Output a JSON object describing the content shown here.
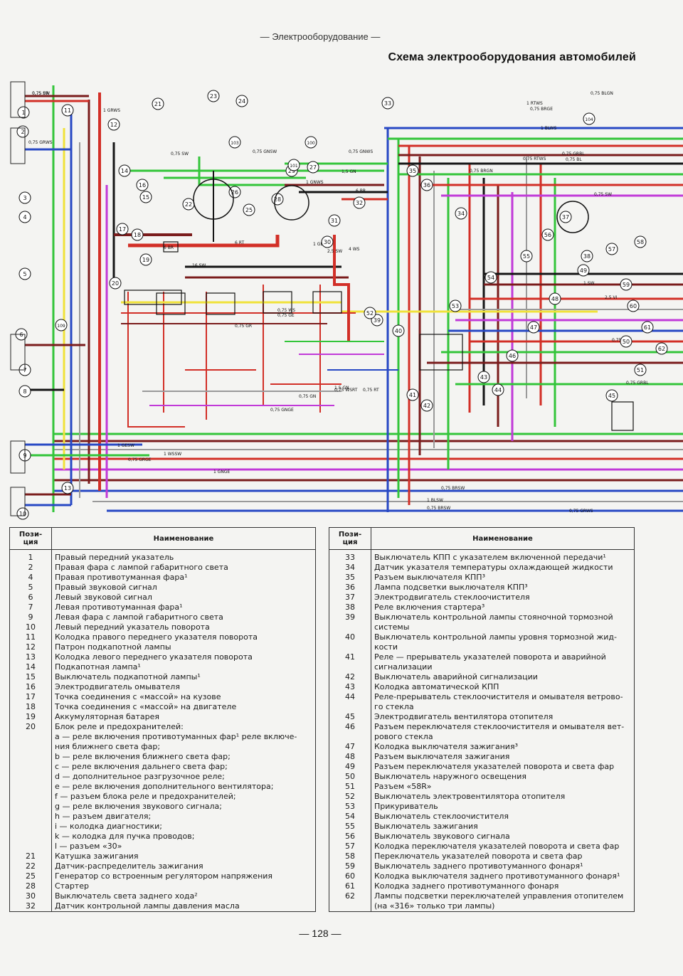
{
  "header": {
    "section": "— Электрооборудование —",
    "title": "Схема электрооборудования автомобилей"
  },
  "diagram": {
    "components": [
      "1",
      "2",
      "3",
      "4",
      "5",
      "6",
      "7",
      "8",
      "9",
      "10",
      "11",
      "12",
      "13",
      "14",
      "15",
      "16",
      "17",
      "18",
      "19",
      "20",
      "21",
      "22",
      "23",
      "24",
      "25",
      "26",
      "27",
      "28",
      "29",
      "30",
      "31",
      "32",
      "33",
      "34",
      "35",
      "36",
      "37",
      "38",
      "39",
      "40",
      "41",
      "42",
      "43",
      "44",
      "45",
      "46",
      "47",
      "48",
      "49",
      "50",
      "51",
      "52",
      "53",
      "54",
      "55",
      "56",
      "57",
      "58",
      "59",
      "60",
      "61",
      "62",
      "100",
      "101",
      "103",
      "104",
      "109"
    ],
    "wire_labels": [
      "0,75 BR",
      "0,75 GRWS",
      "1 GRWS",
      "0,75 SW",
      "0,75 GNSW",
      "0,75 GNWS",
      "1 GNWS",
      "1,5 GN",
      "0,75 BRGN",
      "6 BR",
      "6 RT",
      "16 SW",
      "2,5 SW",
      "0,75 WS",
      "0,75 GE",
      "0,75 GR",
      "1 GESW",
      "1 WSSW",
      "0,75 GRGE",
      "1 GNGE",
      "0,75 BRSW",
      "1 BLSW",
      "0,75 BRSW",
      "0,75 GRWS",
      "0,75 BL",
      "0,75 RTWS",
      "1 RTWS",
      "0,75 BRGE",
      "0,75 BLGN",
      "1 BLWS",
      "0,75 GRBL",
      "1 SW",
      "2,5 VI",
      "0,75 GE",
      "0,75 GRBL",
      "0,75 SW",
      "0,75 WSRT",
      "0,75 GNGE",
      "0,75 GN",
      "1,5 GN",
      "0,75 RT",
      "6 BR",
      "1 GE",
      "4 WS",
      "0,75 SW"
    ],
    "wire_colors": {
      "brown": "#7a1c1c",
      "red": "#d22f27",
      "green": "#33c53a",
      "blue": "#2748c4",
      "yellow": "#f0e23a",
      "violet": "#c13ad8",
      "black": "#151515",
      "grey": "#9a9a9a",
      "white": "#ffffff"
    }
  },
  "table_left": {
    "headers": [
      "Пози- ция",
      "Наименование"
    ],
    "rows": [
      [
        "1",
        "Правый передний указатель"
      ],
      [
        "2",
        "Правая фара с лампой габаритного света"
      ],
      [
        "4",
        "Правая противотуманная фара¹"
      ],
      [
        "5",
        "Правый звуковой сигнал"
      ],
      [
        "6",
        "Левый звуковой сигнал"
      ],
      [
        "7",
        "Левая противотуманная фара¹"
      ],
      [
        "9",
        "Левая фара с лампой габаритного света"
      ],
      [
        "10",
        "Левый передний указатель поворота"
      ],
      [
        "11",
        "Колодка правого переднего указателя поворота"
      ],
      [
        "12",
        "Патрон подкапотной лампы"
      ],
      [
        "13",
        "Колодка левого переднего указателя поворота"
      ],
      [
        "14",
        "Подкапотная лампа¹"
      ],
      [
        "15",
        "Выключатель подкапотной лампы¹"
      ],
      [
        "16",
        "Электродвигатель омывателя"
      ],
      [
        "17",
        "Точка соединения с «массой» на кузове"
      ],
      [
        "18",
        "Точка соединения с «массой» на двигателе"
      ],
      [
        "19",
        "Аккумуляторная батарея"
      ],
      [
        "20",
        "Блок реле и предохранителей:"
      ],
      [
        "",
        "a — реле включения противотуманных фар¹ реле включе-"
      ],
      [
        "",
        "ния ближнего света фар;"
      ],
      [
        "",
        "b — реле включения ближнего света фар;"
      ],
      [
        "",
        "c — реле включения дальнего света фар;"
      ],
      [
        "",
        "d — дополнительное разгрузочное реле;"
      ],
      [
        "",
        "e — реле включения дополнительного вентилятора;"
      ],
      [
        "",
        "f — разъем блока реле и предохранителей;"
      ],
      [
        "",
        "g — реле включения звукового сигнала;"
      ],
      [
        "",
        "h — разъем двигателя;"
      ],
      [
        "",
        "i — колодка диагностики;"
      ],
      [
        "",
        "k — колодка для пучка проводов;"
      ],
      [
        "",
        "l — разъем «30»"
      ],
      [
        "21",
        "Катушка зажигания"
      ],
      [
        "22",
        "Датчик-распределитель зажигания"
      ],
      [
        "25",
        "Генератор со встроенным регулятором напряжения"
      ],
      [
        "28",
        "Стартер"
      ],
      [
        "30",
        "Выключатель света заднего хода²"
      ],
      [
        "32",
        "Датчик контрольной лампы давления масла"
      ]
    ]
  },
  "table_right": {
    "headers": [
      "Пози- ция",
      "Наименование"
    ],
    "rows": [
      [
        "33",
        "Выключатель КПП с указателем включенной передачи¹"
      ],
      [
        "34",
        "Датчик указателя температуры охлаждающей жидкости"
      ],
      [
        "35",
        "Разъем выключателя КПП³"
      ],
      [
        "36",
        "Лампа подсветки выключателя КПП³"
      ],
      [
        "37",
        "Электродвигатель стеклоочистителя"
      ],
      [
        "38",
        "Реле включения стартера³"
      ],
      [
        "39",
        "Выключатель контрольной лампы стояночной тормозной"
      ],
      [
        "",
        "системы"
      ],
      [
        "40",
        "Выключатель контрольной лампы уровня тормозной жид-"
      ],
      [
        "",
        "кости"
      ],
      [
        "41",
        "Реле — прерыватель указателей поворота и аварийной"
      ],
      [
        "",
        "сигнализации"
      ],
      [
        "42",
        "Выключатель аварийной сигнализации"
      ],
      [
        "43",
        "Колодка автоматической КПП"
      ],
      [
        "44",
        "Реле-прерыватель стеклоочистителя и омывателя ветрово-"
      ],
      [
        "",
        "го стекла"
      ],
      [
        "45",
        "Электродвигатель вентилятора отопителя"
      ],
      [
        "46",
        "Разъем переключателя стеклоочистителя и омывателя вет-"
      ],
      [
        "",
        "рового стекла"
      ],
      [
        "47",
        "Колодка выключателя зажигания³"
      ],
      [
        "48",
        "Разъем выключателя зажигания"
      ],
      [
        "49",
        "Разъем переключателя указателей поворота и света фар"
      ],
      [
        "50",
        "Выключатель наружного освещения"
      ],
      [
        "51",
        "Разъем «58R»"
      ],
      [
        "52",
        "Выключатель электровентилятора отопителя"
      ],
      [
        "53",
        "Прикуриватель"
      ],
      [
        "54",
        "Выключатель стеклоочистителя"
      ],
      [
        "55",
        "Выключатель зажигания"
      ],
      [
        "56",
        "Выключатель звукового сигнала"
      ],
      [
        "57",
        "Колодка переключателя указателей поворота и света фар"
      ],
      [
        "58",
        "Переключатель указателей поворота и света фар"
      ],
      [
        "59",
        "Выключатель заднего противотуманного фонаря¹"
      ],
      [
        "60",
        "Колодка выключателя заднего противотуманного фонаря¹"
      ],
      [
        "61",
        "Колодка заднего противотуманного фонаря"
      ],
      [
        "62",
        "Лампы подсветки переключателей управления отопителем"
      ],
      [
        "",
        "(на «316» только три лампы)"
      ]
    ]
  },
  "footer": {
    "page_number": "— 128 —"
  }
}
